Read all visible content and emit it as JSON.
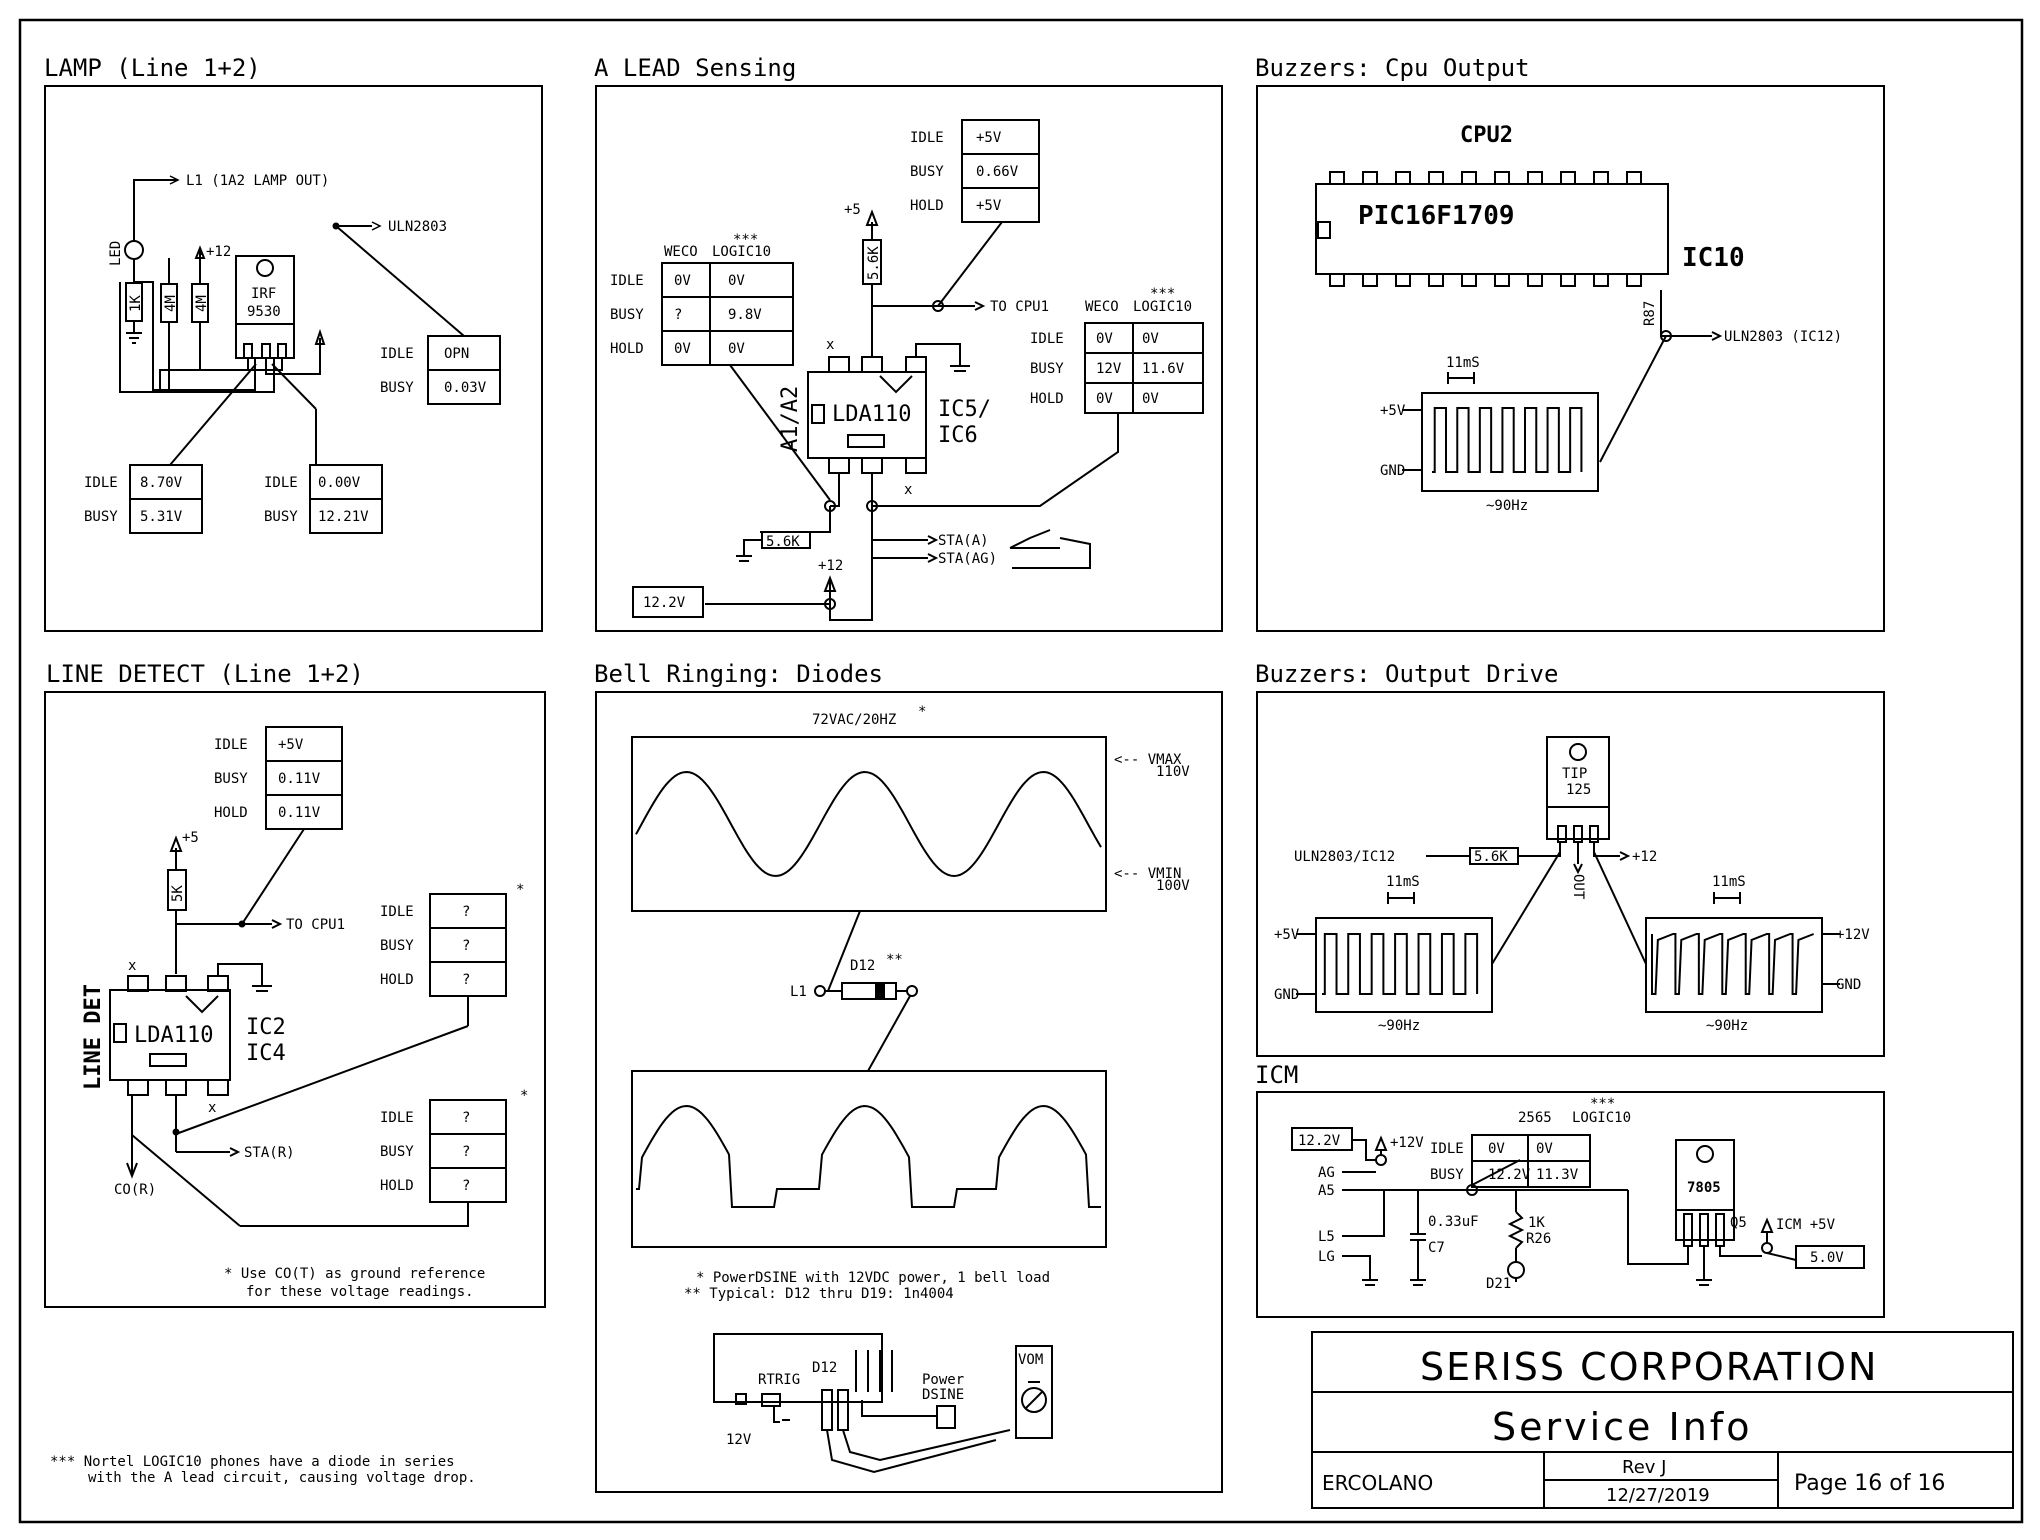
{
  "sections": {
    "lamp": "LAMP (Line 1+2)",
    "alead": "A LEAD Sensing",
    "cpu_out": "Buzzers: Cpu Output",
    "linedet": "LINE DETECT (Line 1+2)",
    "bell": "Bell Ringing: Diodes",
    "drive": "Buzzers: Output Drive",
    "icm": "ICM"
  },
  "lamp": {
    "l1": "L1 (1A2 LAMP OUT)",
    "uln": "ULN2803",
    "led": "LED",
    "r1k": "1K",
    "r4m_a": "4M",
    "r4m_b": "4M",
    "vplus": "+12",
    "chip1": "IRF",
    "chip2": "9530",
    "tbl_right": [
      [
        "IDLE",
        "OPN"
      ],
      [
        "BUSY",
        "0.03V"
      ]
    ],
    "tbl_left": [
      [
        "IDLE",
        "8.70V"
      ],
      [
        "BUSY",
        "5.31V"
      ]
    ],
    "tbl_mid": [
      [
        "IDLE",
        "0.00V"
      ],
      [
        "BUSY",
        "12.21V"
      ]
    ]
  },
  "alead": {
    "tbl_top": [
      [
        "IDLE",
        "+5V"
      ],
      [
        "BUSY",
        "0.66V"
      ],
      [
        "HOLD",
        "+5V"
      ]
    ],
    "stars1": "***",
    "weco1": "WECO",
    "logic1": "LOGIC10",
    "tbl_left": [
      [
        "IDLE",
        "0V",
        "0V"
      ],
      [
        "BUSY",
        "?",
        "9.8V"
      ],
      [
        "HOLD",
        "0V",
        "0V"
      ]
    ],
    "stars2": "***",
    "weco2": "WECO",
    "logic2": "LOGIC10",
    "tbl_right": [
      [
        "IDLE",
        "0V",
        "0V"
      ],
      [
        "BUSY",
        "12V",
        "11.6V"
      ],
      [
        "HOLD",
        "0V",
        "0V"
      ]
    ],
    "v5": "+5",
    "r56k": "5.6K",
    "to_cpu": "TO CPU1",
    "chip": "LDA110",
    "pins": "A1/A2",
    "ic_a": "IC5/",
    "ic_b": "IC6",
    "x1": "x",
    "x2": "x",
    "r56k_b": "5.6K",
    "v12": "+12",
    "sta": "STA(A)",
    "stag": "STA(AG)",
    "v122": "12.2V"
  },
  "cpu": {
    "title": "CPU2",
    "chip": "PIC16F1709",
    "ic": "IC10",
    "r87": "R87",
    "uln": "ULN2803 (IC12)",
    "ms": "11mS",
    "v5": "+5V",
    "gnd": "GND",
    "freq": "~90Hz"
  },
  "linedet": {
    "tbl_top": [
      [
        "IDLE",
        "+5V"
      ],
      [
        "BUSY",
        "0.11V"
      ],
      [
        "HOLD",
        "0.11V"
      ]
    ],
    "v5": "+5",
    "r5k": "5K",
    "to_cpu": "TO CPU1",
    "tbl_r1": [
      [
        "IDLE",
        "?"
      ],
      [
        "BUSY",
        "?"
      ],
      [
        "HOLD",
        "?"
      ]
    ],
    "star1": "*",
    "tbl_r2": [
      [
        "IDLE",
        "?"
      ],
      [
        "BUSY",
        "?"
      ],
      [
        "HOLD",
        "?"
      ]
    ],
    "star2": "*",
    "chip": "LDA110",
    "label": "LINE DET",
    "ic_a": "IC2",
    "ic_b": "IC4",
    "x1": "x",
    "x2": "x",
    "star": "STA(R)",
    "cor": "CO(R)",
    "note1": "* Use CO(T) as ground reference",
    "note2": "for these voltage readings."
  },
  "bell": {
    "title": "72VAC/20HZ",
    "star": "*",
    "vmax1": "<-- VMAX",
    "vmax2": "110V",
    "vmin1": "<-- VMIN",
    "vmin2": "100V",
    "l1": "L1",
    "d12": "D12",
    "d12star": "**",
    "note1": "* PowerDSINE with 12VDC power, 1 bell load",
    "note2": "** Typical: D12 thru D19: 1n4004",
    "rtrig": "RTRIG",
    "d12b": "D12",
    "power": "Power",
    "dsine": "DSINE",
    "vom": "VOM",
    "v12": "12V"
  },
  "drive": {
    "chip1": "TIP",
    "chip2": "125",
    "uln": "ULN2803/IC12",
    "r56k": "5.6K",
    "v12": "+12",
    "out": "OUT",
    "ms1": "11mS",
    "ms2": "11mS",
    "v5": "+5V",
    "gnd": "GND",
    "v12r": "+12V",
    "gndr": "GND",
    "freq1": "~90Hz",
    "freq2": "~90Hz"
  },
  "icm": {
    "v122": "12.2V",
    "v12": "+12V",
    "ag": "AG",
    "a5": "A5",
    "l5": "L5",
    "lg": "LG",
    "stars": "***",
    "c2565": "2565",
    "logic": "LOGIC10",
    "tbl": [
      [
        "IDLE",
        "0V",
        "0V"
      ],
      [
        "BUSY",
        "12.2V",
        "11.3V"
      ]
    ],
    "cap": "0.33uF",
    "c7": "C7",
    "r1k": "1K",
    "r26": "R26",
    "d21": "D21",
    "chip": "7805",
    "q5": "Q5",
    "icm5": "ICM +5V",
    "v50": "5.0V"
  },
  "footnote1": "*** Nortel LOGIC10 phones have a diode in series",
  "footnote2": "with the A lead circuit, causing voltage drop.",
  "title_block": {
    "company": "SERISS CORPORATION",
    "doc": "Service Info",
    "name": "ERCOLANO",
    "rev": "Rev J",
    "date": "12/27/2019",
    "page": "Page 16 of 16"
  }
}
